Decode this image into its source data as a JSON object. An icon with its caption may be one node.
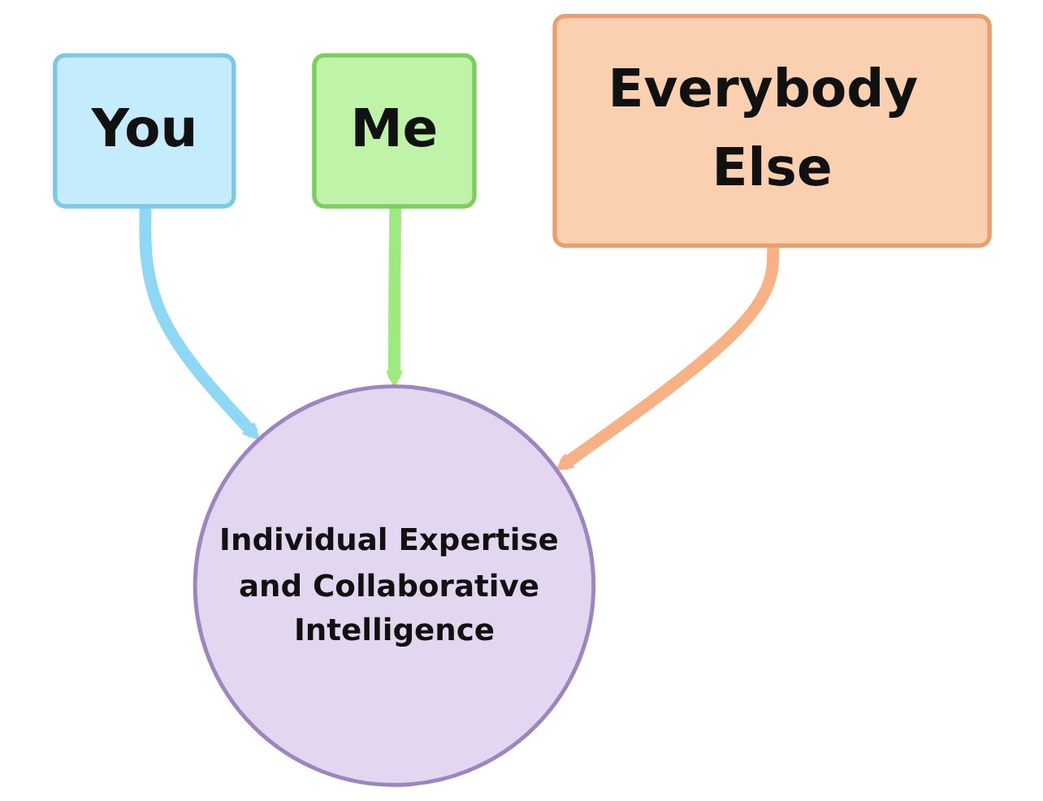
{
  "diagram": {
    "nodes": [
      {
        "text": [
          "You"
        ]
      },
      {
        "text": [
          "Me"
        ]
      },
      {
        "text": [
          "Everybody Else"
        ]
      },
      {
        "text": [
          "Individual Expertise and Collaborative Intelligence"
        ]
      }
    ],
    "edges": [
      {
        "from": 0,
        "to": 3,
        "arrow": "to",
        "color": "#8fd8f5"
      },
      {
        "from": 1,
        "to": 3,
        "arrow": "to",
        "color": "#9eea80"
      },
      {
        "from": 2,
        "to": 3,
        "arrow": "to",
        "color": "#f7b184"
      }
    ]
  }
}
